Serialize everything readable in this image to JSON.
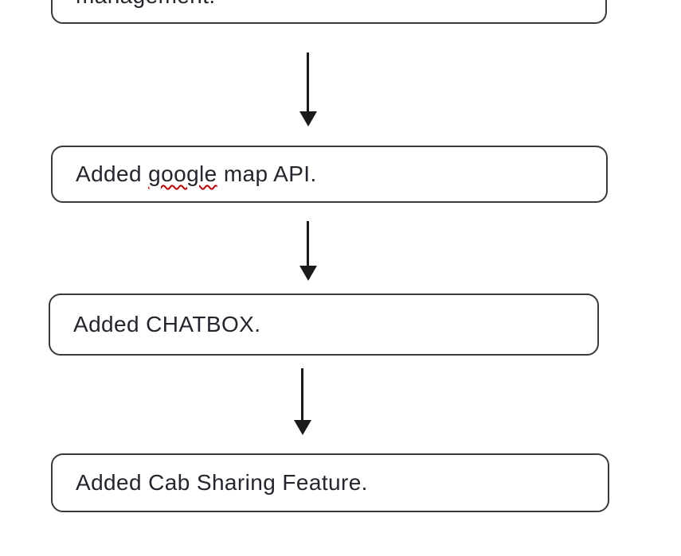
{
  "diagram": {
    "type": "flowchart",
    "description": "Vertical flowchart of app feature milestones; top node is cut off at the viewport edge",
    "colors": {
      "box_border": "#3a3a3a",
      "text": "#25252e",
      "arrow": "#1a1a1a",
      "spellcheck_underline": "#c00000",
      "background": "#ffffff"
    },
    "nodes": [
      {
        "label": "management.",
        "partially_visible": true
      },
      {
        "label_prefix": "Added ",
        "misspelled_word": "google",
        "label_suffix": " map API."
      },
      {
        "label": "Added CHATBOX."
      },
      {
        "label": "Added Cab Sharing Feature."
      }
    ],
    "connectors": [
      {
        "from": 0,
        "to": 1,
        "direction": "down"
      },
      {
        "from": 1,
        "to": 2,
        "direction": "down"
      },
      {
        "from": 2,
        "to": 3,
        "direction": "down"
      }
    ]
  }
}
